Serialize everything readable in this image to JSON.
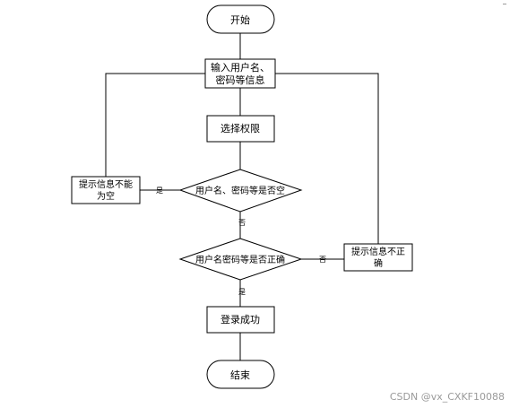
{
  "flowchart": {
    "start": "开始",
    "input": [
      "输入用户名、",
      "密码等信息"
    ],
    "select_permission": "选择权限",
    "check_empty": "用户名、密码等是否空",
    "check_correct": "用户名密码等是否正确",
    "msg_empty": [
      "提示信息不能",
      "为空"
    ],
    "msg_incorrect": [
      "提示信息不正",
      "确"
    ],
    "login_success": "登录成功",
    "end": "结束",
    "label_yes": "是",
    "label_no": "否"
  },
  "watermark": "CSDN @vx_CXKF10088",
  "colors": {
    "stroke": "#000000",
    "fill": "#ffffff",
    "watermark": "#9a9a9a"
  }
}
